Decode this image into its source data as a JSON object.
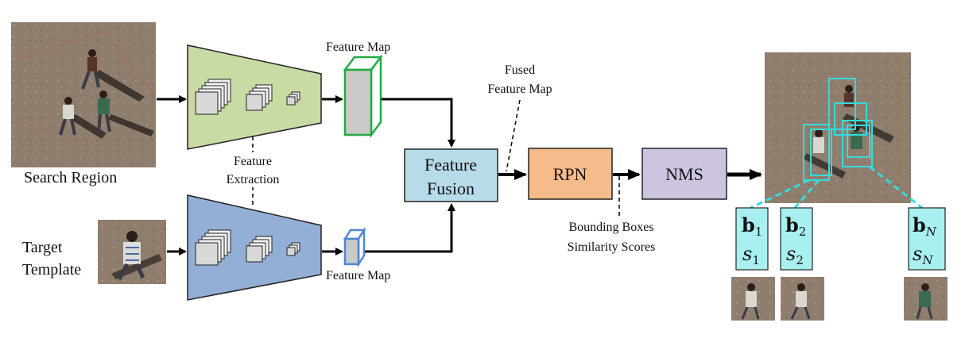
{
  "labels": {
    "search_region": "Search Region",
    "target_template_line1": "Target",
    "target_template_line2": "Template",
    "feature_map_top": "Feature Map",
    "feature_map_bottom": "Feature Map",
    "feature_extraction_line1": "Feature",
    "feature_extraction_line2": "Extraction",
    "fused_line1": "Fused",
    "fused_line2": "Feature Map",
    "feature_fusion_line1": "Feature",
    "feature_fusion_line2": "Fusion",
    "rpn": "RPN",
    "nms": "NMS",
    "bboxes_line1": "Bounding Boxes",
    "bboxes_line2": "Similarity Scores"
  },
  "outputs": [
    {
      "b_sub": "1",
      "s_sub": "1"
    },
    {
      "b_sub": "2",
      "s_sub": "2"
    },
    {
      "b_sub": "N",
      "s_sub": "N"
    }
  ],
  "colors": {
    "encoder_top": "#c9dba4",
    "encoder_bottom": "#94afd5",
    "feature_map_top_border": "#22aa44",
    "feature_map_bottom_border": "#4d86d3",
    "feature_fusion": "#b7dbe9",
    "rpn": "#f6bb8a",
    "nms": "#cdc4e0",
    "detection_box": "#33dddd",
    "output_panel": "#a8f0f0",
    "photo_ground": "#8d7b6c"
  }
}
